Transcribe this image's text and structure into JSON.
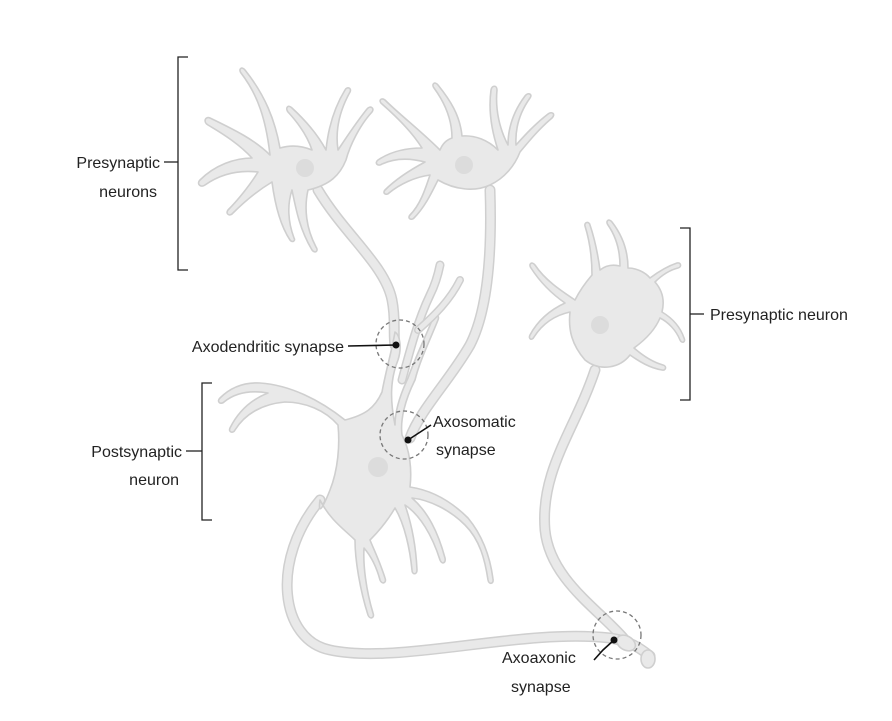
{
  "labels": {
    "presynaptic_neurons": [
      "Presynaptic",
      "neurons"
    ],
    "presynaptic_neuron": "Presynaptic neuron",
    "postsynaptic_neuron": [
      "Postsynaptic",
      "neuron"
    ],
    "axodendritic": "Axodendritic synapse",
    "axosomatic": [
      "Axosomatic",
      "synapse"
    ],
    "axoaxonic": [
      "Axoaxonic",
      "synapse"
    ]
  }
}
